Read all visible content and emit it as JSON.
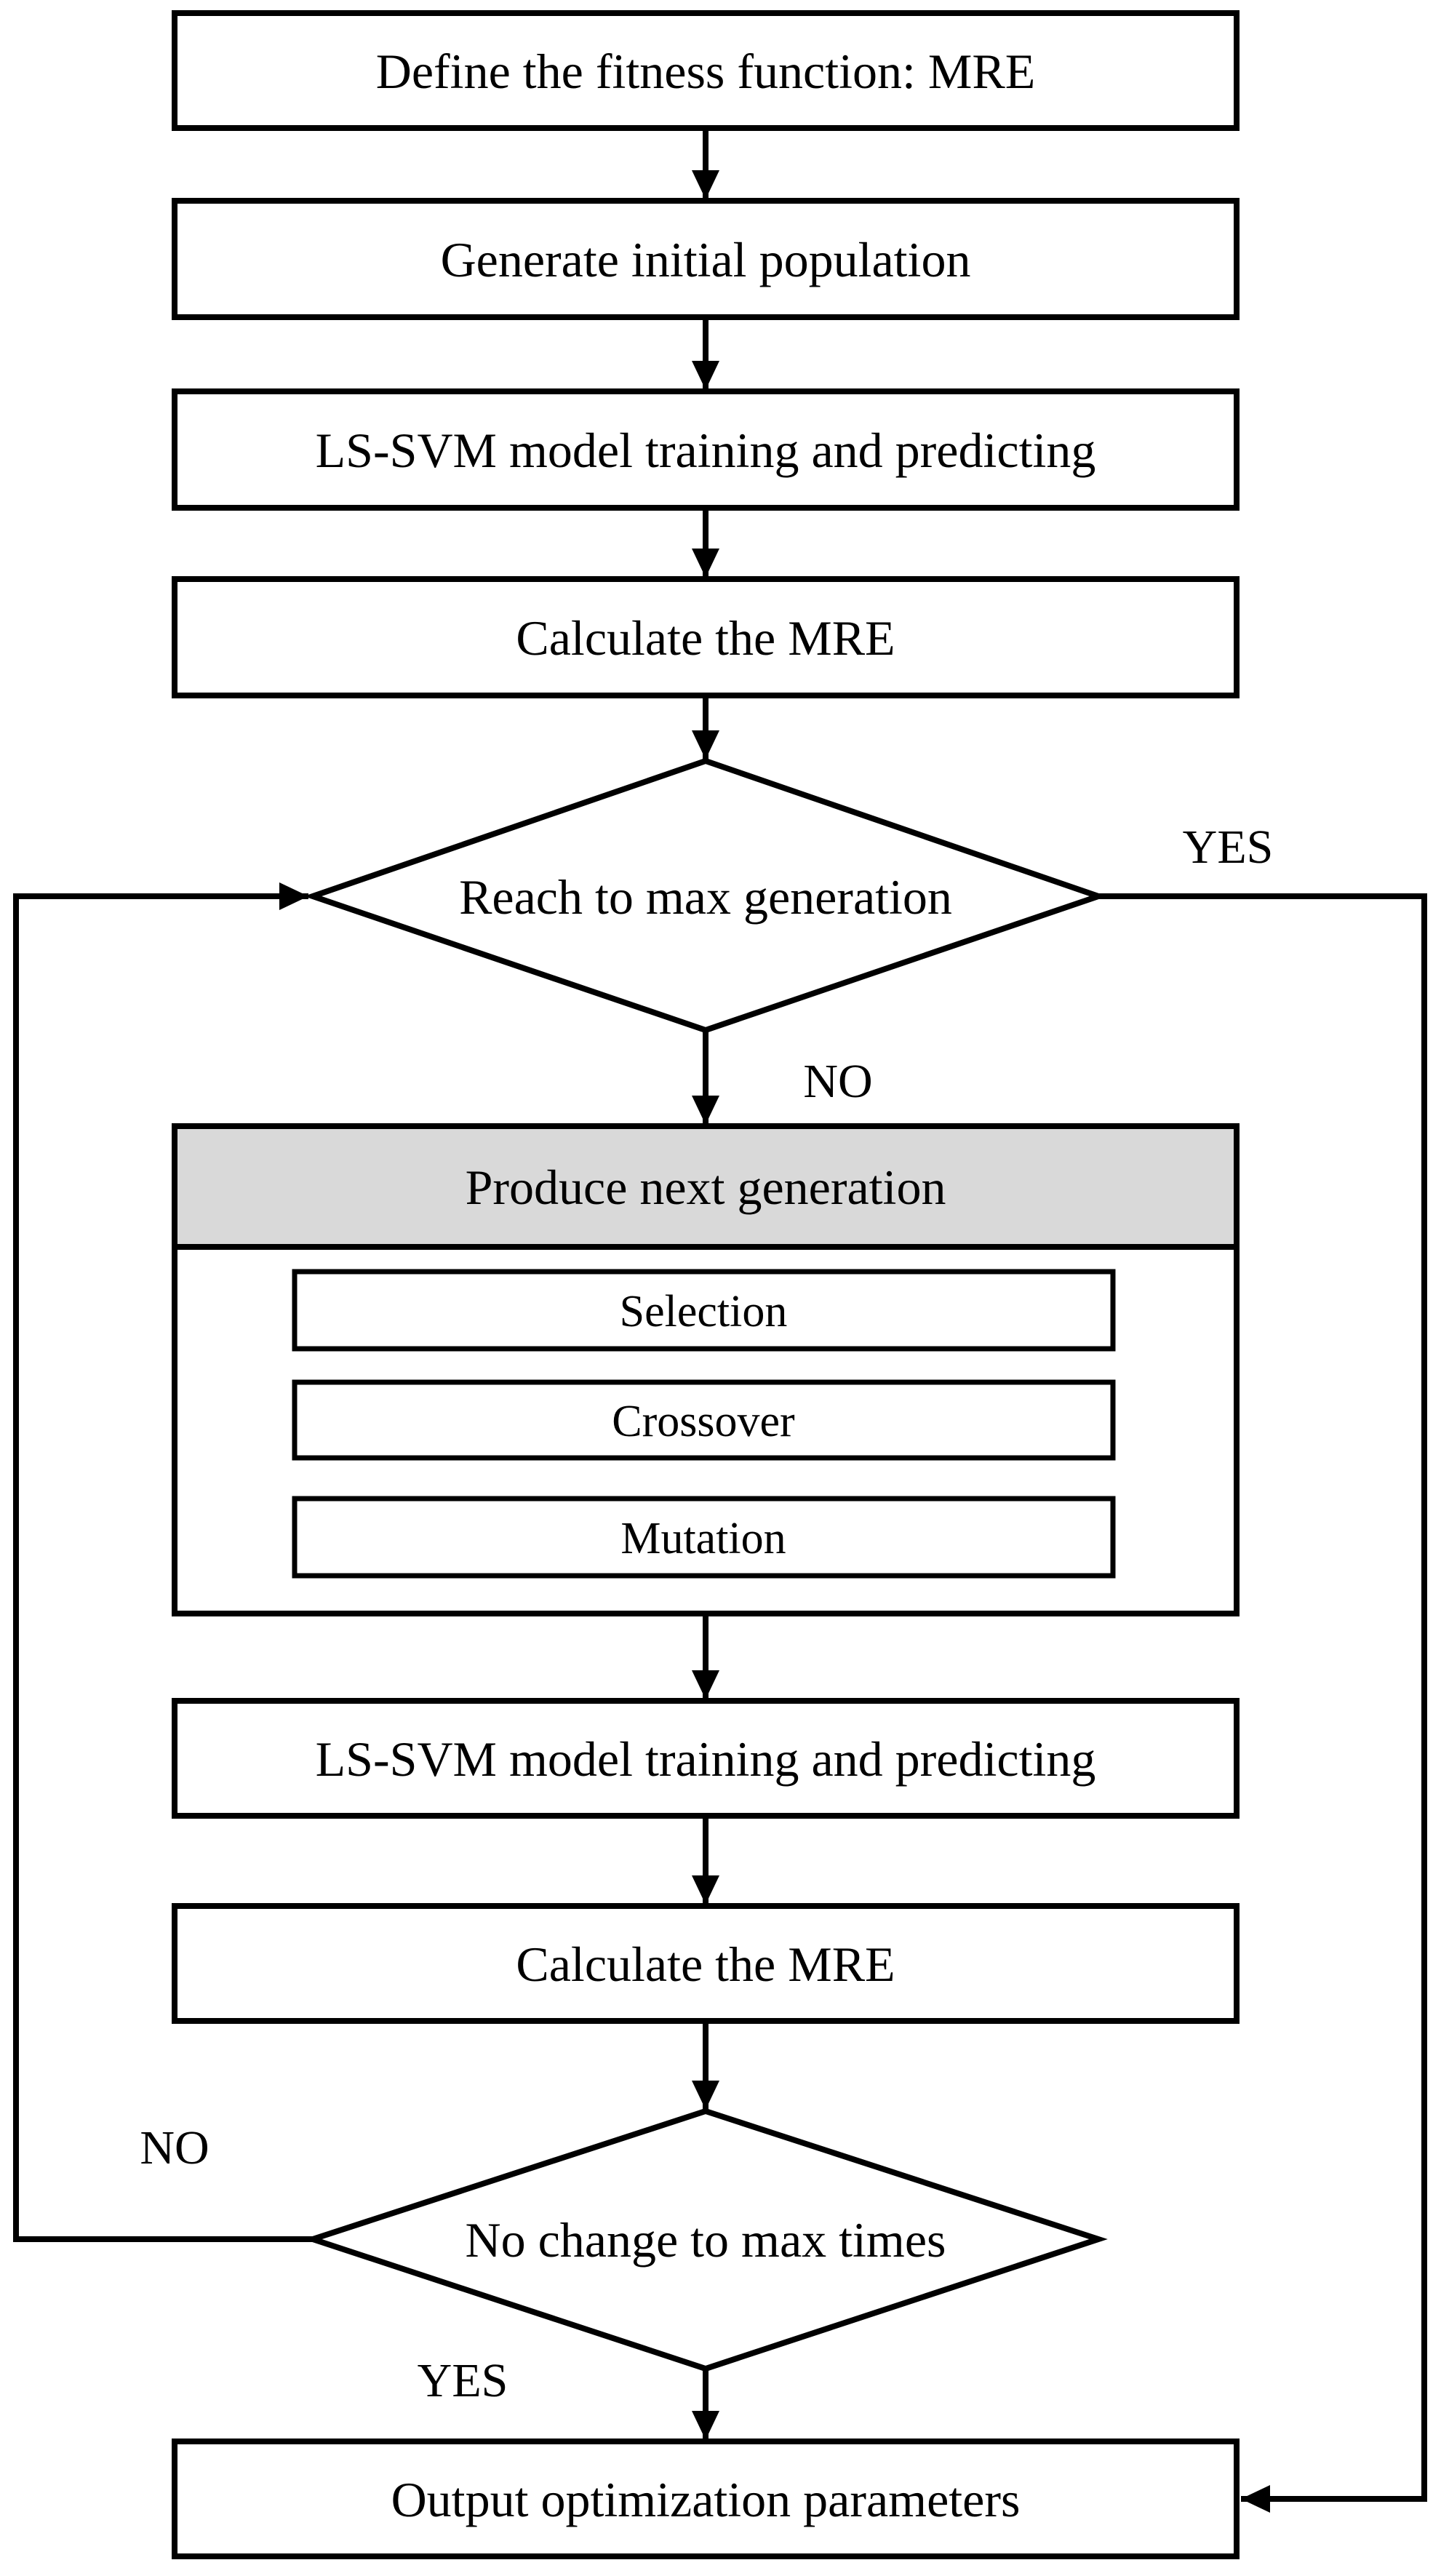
{
  "canvas": {
    "width": "1970",
    "height": "3541",
    "background": "#ffffff",
    "line_color": "#000000",
    "header_fill": "#d9d9d9",
    "text_color": "#000000"
  },
  "nodes": {
    "define_fitness": "Define the fitness function: MRE",
    "generate_population": "Generate initial population",
    "lssvm_training_1": "LS-SVM model training and predicting",
    "calculate_mre_1": "Calculate the MRE",
    "reach_max_generation": "Reach to max generation",
    "produce_next_generation": "Produce next generation",
    "selection": "Selection",
    "crossover": "Crossover",
    "mutation": "Mutation",
    "lssvm_training_2": "LS-SVM model training and predicting",
    "calculate_mre_2": "Calculate the MRE",
    "no_change_max_times": "No change to max times",
    "output_parameters": "Output optimization parameters"
  },
  "branch_labels": {
    "yes_top": "YES",
    "no_top": "NO",
    "no_left": "NO",
    "yes_bottom": "YES"
  }
}
